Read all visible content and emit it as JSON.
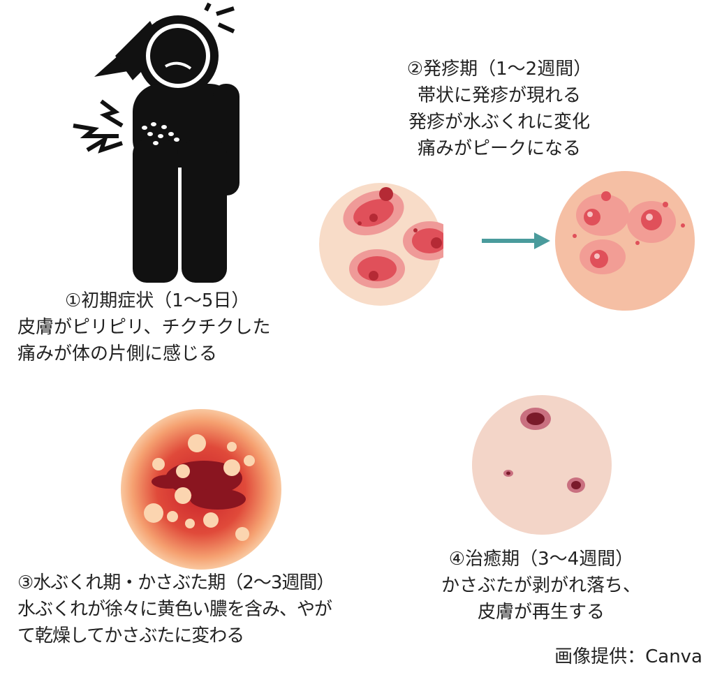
{
  "stage1": {
    "title": "①初期症状（1〜5日）",
    "lines": [
      "皮膚がピリピリ、チクチクした",
      "痛みが体の片側に感じる"
    ]
  },
  "stage2": {
    "title": "②発疹期（1〜2週間）",
    "lines": [
      "帯状に発疹が現れる",
      "発疹が水ぶくれに変化",
      "痛みがピークになる"
    ]
  },
  "stage3": {
    "title": "③水ぶくれ期・かさぶた期（2〜3週間）",
    "lines": [
      "水ぶくれが徐々に黄色い膿を含み、やが",
      "て乾燥してかさぶたに変わる"
    ]
  },
  "stage4": {
    "title": "④治癒期（3〜4週間）",
    "lines": [
      "かさぶたが剥がれ落ち、",
      "皮膚が再生する"
    ]
  },
  "credit": "画像提供：Canva",
  "colors": {
    "arrow": "#4a9b9c",
    "skin": "#f6d4bc",
    "rash": "#e0505a",
    "figure": "#111111"
  }
}
